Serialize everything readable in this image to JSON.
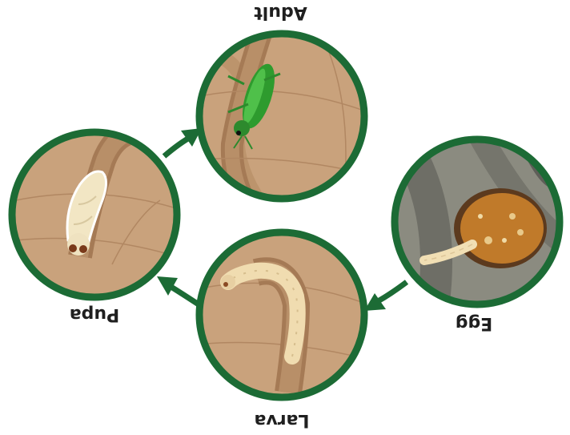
{
  "title": "",
  "colors": {
    "ring": "#1c6b35",
    "arrow": "#1c6b35",
    "wood": "#c9a27c",
    "wood_dark": "#9c7350",
    "bark": "#6e6e66"
  },
  "stages": [
    {
      "id": "egg",
      "label": "Egg",
      "icon": "egg-icon"
    },
    {
      "id": "larva",
      "label": "Larva",
      "icon": "larva-icon"
    },
    {
      "id": "pupa",
      "label": "Pupa",
      "icon": "pupa-icon"
    },
    {
      "id": "adult",
      "label": "Adult",
      "icon": "beetle-icon"
    }
  ]
}
